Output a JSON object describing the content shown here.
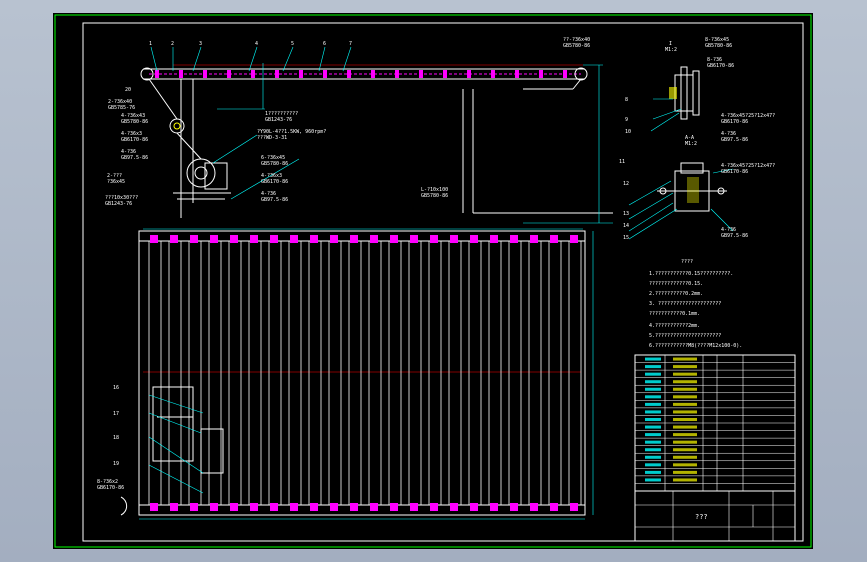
{
  "drawing": {
    "leader_labels": {
      "top_left": [
        "2-?36x40",
        "GB5785-76"
      ],
      "top_mid1": [
        "4-?36x43",
        "GB5780-86"
      ],
      "top_mid2": [
        "4-?36x3",
        "GB6170-86"
      ],
      "top_mid3": [
        "4-?36",
        "GB97.5-86"
      ],
      "left_a": [
        "2-???",
        "?36x45"
      ],
      "left_b": [
        "???10x30???",
        "GB1243-76"
      ],
      "center_a": [
        "1??????????",
        "GB1243-76"
      ],
      "center_b": [
        "?Y90L-4??1.5KW, 960rpm?",
        "???WD-3-31"
      ],
      "center_c": [
        "6-?36x45",
        "GB5780-86",
        "4-?36x3",
        "GB6170-86",
        "4-?36",
        "GB97.5-86"
      ],
      "top_right": [
        "??-?36x40",
        "GB5780-86"
      ],
      "bottom_mid": [
        "L-?10x100",
        "GB5780-86"
      ],
      "bottom_left": [
        "8-?36x2",
        "GB6170-86"
      ]
    },
    "part_numbers": [
      "1",
      "2",
      "3",
      "4",
      "5",
      "6",
      "7",
      "8",
      "9",
      "10",
      "11",
      "12",
      "13",
      "14",
      "15",
      "16",
      "17",
      "18",
      "19",
      "20"
    ],
    "detail": {
      "label_top": "I",
      "scale_top": "M1:2",
      "callout_1": [
        "8-?36x45",
        "GB5780-86"
      ],
      "callout_2": [
        "8-?36",
        "GB6170-86"
      ],
      "callout_3": [
        "4-?36x45?25?12x47?",
        "GB6170-86"
      ],
      "callout_4": [
        "4-?36",
        "GB97.5-86"
      ],
      "section_label": "A-A",
      "section_scale": "M1:2",
      "callout_5": [
        "4-?36x45?25?12x47?",
        "GB6170-86"
      ],
      "callout_6": [
        "4-?36",
        "GB97.5-86"
      ]
    },
    "notes": {
      "heading": "????",
      "lines": [
        "1.???????????0.15??????????.",
        "  ?????????????0.15.",
        "2.??????????0.2mm.",
        "3.  ?????????????????????",
        "   ???????????0.1mm.",
        "4.???????????2mm.",
        "5.??????????????????????",
        "6.???????????M8(????M12x100-0)."
      ]
    },
    "title_block": {
      "title": "???",
      "rows": 18
    }
  },
  "colors": {
    "frame": "#00ff00",
    "frame_line": "#ffffff",
    "cyan": "#00ffff",
    "magenta": "#ff00ff",
    "red": "#ff0000",
    "yellow": "#ffff00"
  }
}
